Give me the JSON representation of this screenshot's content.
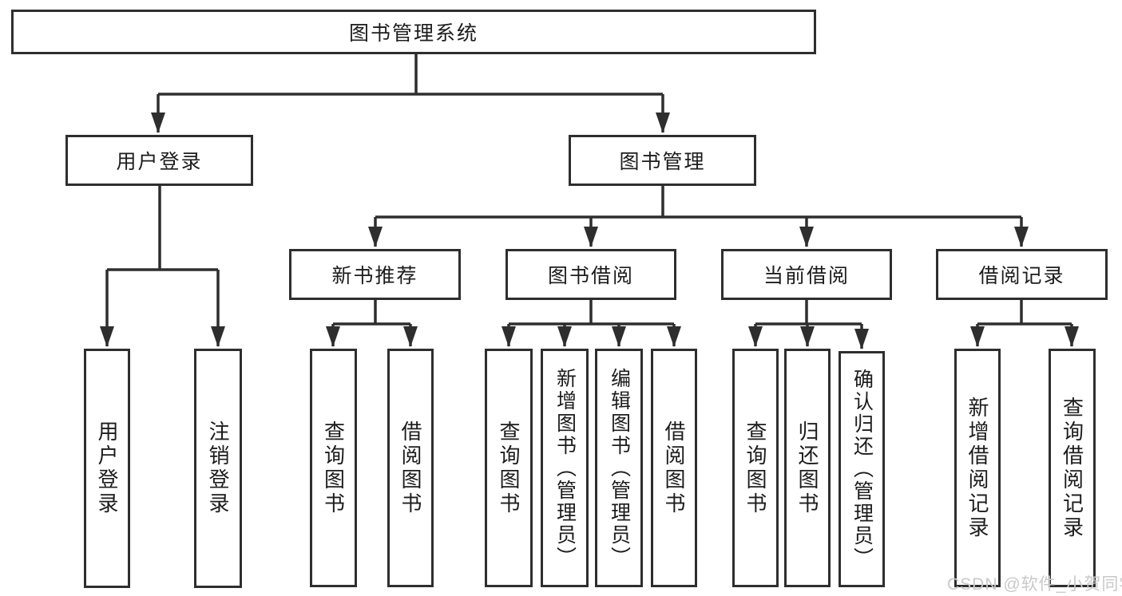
{
  "nodes": {
    "root": "图书管理系统",
    "user_login": "用户登录",
    "book_mgmt": "图书管理",
    "new_book_rec": "新书推荐",
    "book_borrow": "图书借阅",
    "current_borrow": "当前借阅",
    "borrow_record": "借阅记录",
    "ul_user_login": "用户登录",
    "ul_logout": "注销登录",
    "nr_search_book": "查询图书",
    "nr_borrow_book": "借阅图书",
    "bb_search_book": "查询图书",
    "bb_add_book": "新增图书（管理员）",
    "bb_edit_book": "编辑图书（管理员）",
    "bb_borrow_book": "借阅图书",
    "cb_search_book": "查询图书",
    "cb_return_book": "归还图书",
    "cb_confirm_return": "确认归还（管理员）",
    "br_add_record": "新增借阅记录",
    "br_search_record": "查询借阅记录"
  },
  "watermark": "CSDN @软件_小贺同学",
  "colors": {
    "line": "#2e2e2e",
    "text": "#1c1c1c",
    "background": "#ffffff",
    "watermark": "#c9c9c9"
  }
}
